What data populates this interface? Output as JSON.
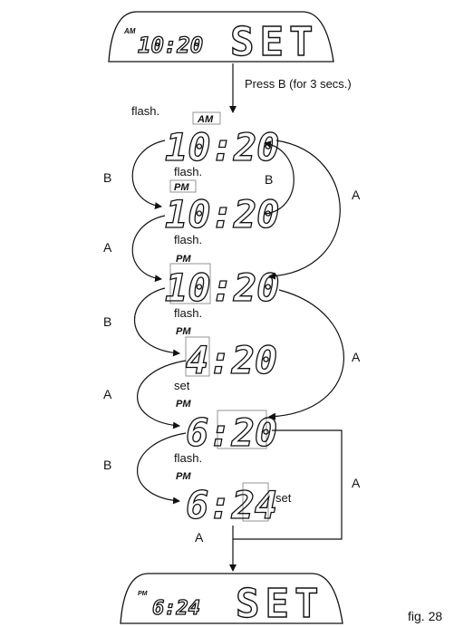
{
  "top_display": {
    "indicator": "AM",
    "time": "10:20",
    "mode": "SET"
  },
  "press_label": "Press B (for 3 secs.)",
  "steps": [
    {
      "indicator": "AM",
      "time": "10:20",
      "label": "flash."
    },
    {
      "indicator": "PM",
      "time": "10:20",
      "label": "flash."
    },
    {
      "indicator": "PM",
      "time": "10:20",
      "label": "flash."
    },
    {
      "indicator": "PM",
      "time": "4:20",
      "label": "flash."
    },
    {
      "indicator": "PM",
      "time": "6:20",
      "label": "set"
    },
    {
      "indicator": "PM",
      "time": "6:24",
      "label": "flash.",
      "suffix": "set"
    }
  ],
  "button_labels": {
    "a": "A",
    "b": "B"
  },
  "bottom_display": {
    "indicator": "PM",
    "time": "6:24",
    "mode": "SET"
  },
  "figure_label": "fig. 28"
}
